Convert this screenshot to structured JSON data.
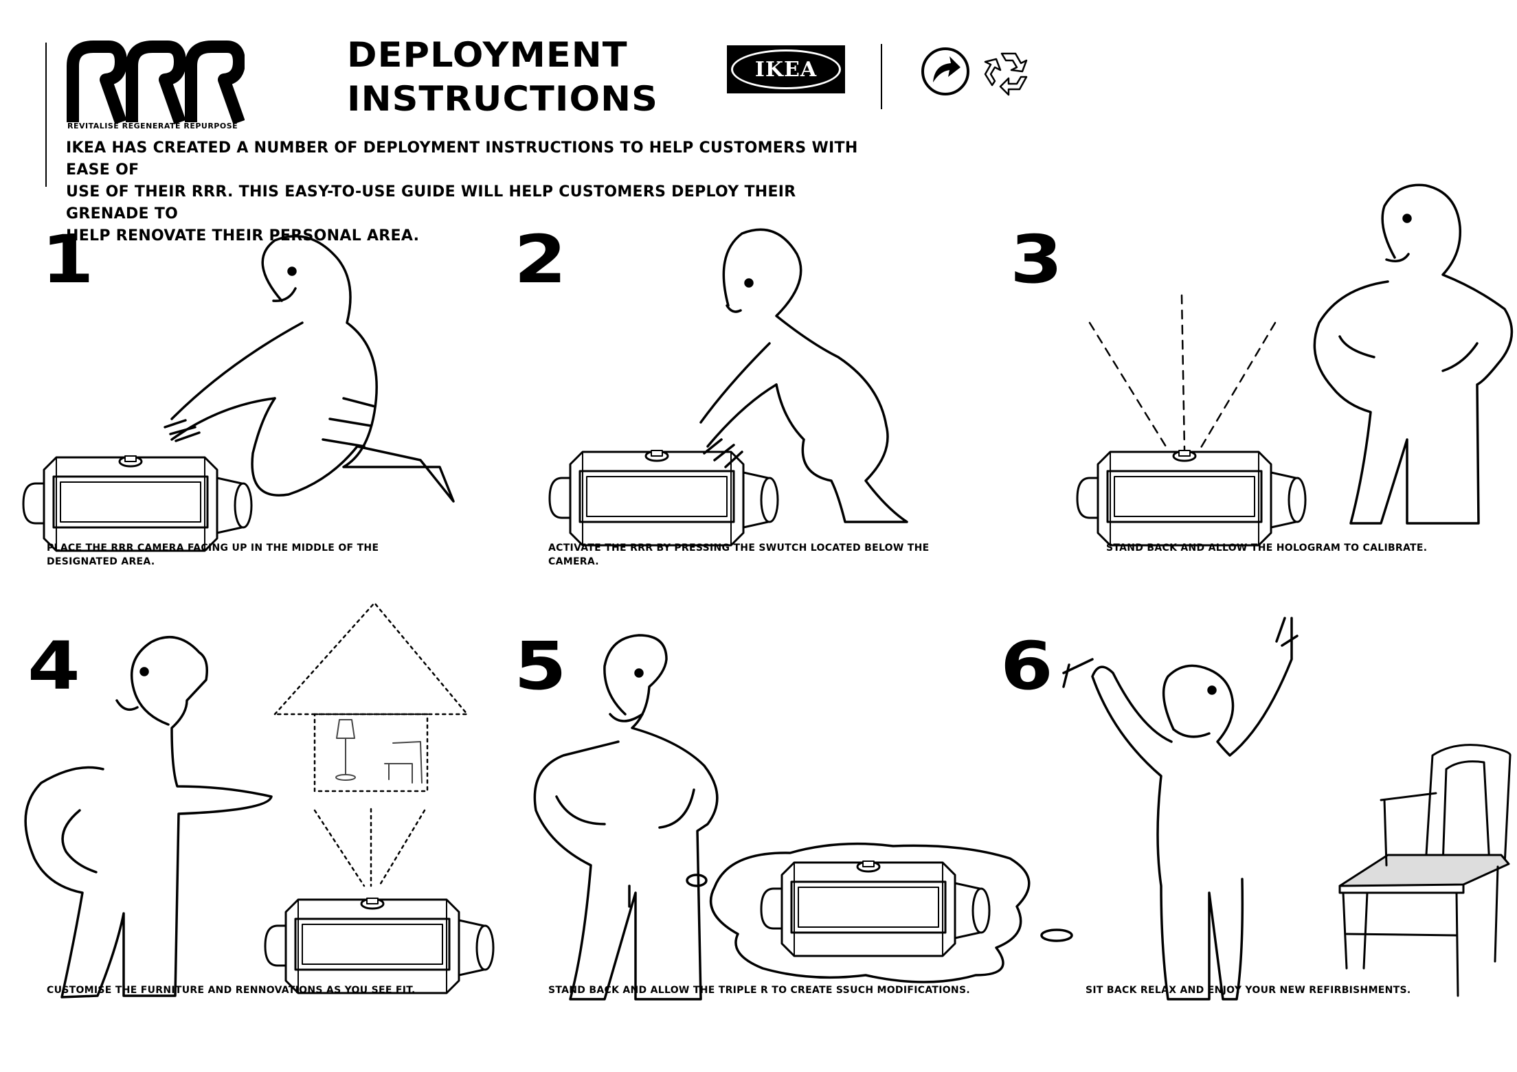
{
  "header": {
    "brand": "RRR",
    "brand_tagline": "REVITALISE REGENERATE REPURPOSE",
    "title_line1": "DEPLOYMENT",
    "title_line2": "INSTRUCTIONS",
    "ikea_logo": "IKEA",
    "icons": [
      "green-dot-icon",
      "recycle-icon"
    ]
  },
  "intro": {
    "line1": "IKEA HAS CREATED A NUMBER OF DEPLOYMENT INSTRUCTIONS TO HELP CUSTOMERS WITH EASE OF",
    "line2": "USE OF THEIR RRR. THIS EASY-TO-USE GUIDE WILL HELP CUSTOMERS DEPLOY THEIR GRENADE  TO",
    "line3": "HELP RENOVATE THEIR PERSONAL AREA."
  },
  "steps": [
    {
      "number": "1",
      "caption_line1": "PLACE THE RRR CAMERA FACING UP IN THE MIDDLE OF THE",
      "caption_line2": "DESIGNATED AREA."
    },
    {
      "number": "2",
      "caption_line1": "ACTIVATE THE RRR BY PRESSING THE SWUTCH LOCATED BELOW THE",
      "caption_line2": "CAMERA."
    },
    {
      "number": "3",
      "caption_line1": "STAND BACK AND ALLOW THE HOLOGRAM TO CALIBRATE.",
      "caption_line2": ""
    },
    {
      "number": "4",
      "caption_line1": "CUSTOMISE THE FURNITURE AND RENNOVATIONS AS YOU SEE FIT.",
      "caption_line2": ""
    },
    {
      "number": "5",
      "caption_line1": "STAND BACK AND ALLOW THE TRIPLE R TO CREATE SSUCH MODIFICATIONS.",
      "caption_line2": ""
    },
    {
      "number": "6",
      "caption_line1": "SIT BACK RELAX AND ENJOY YOUR NEW REFIRBISHMENTS.",
      "caption_line2": ""
    }
  ]
}
